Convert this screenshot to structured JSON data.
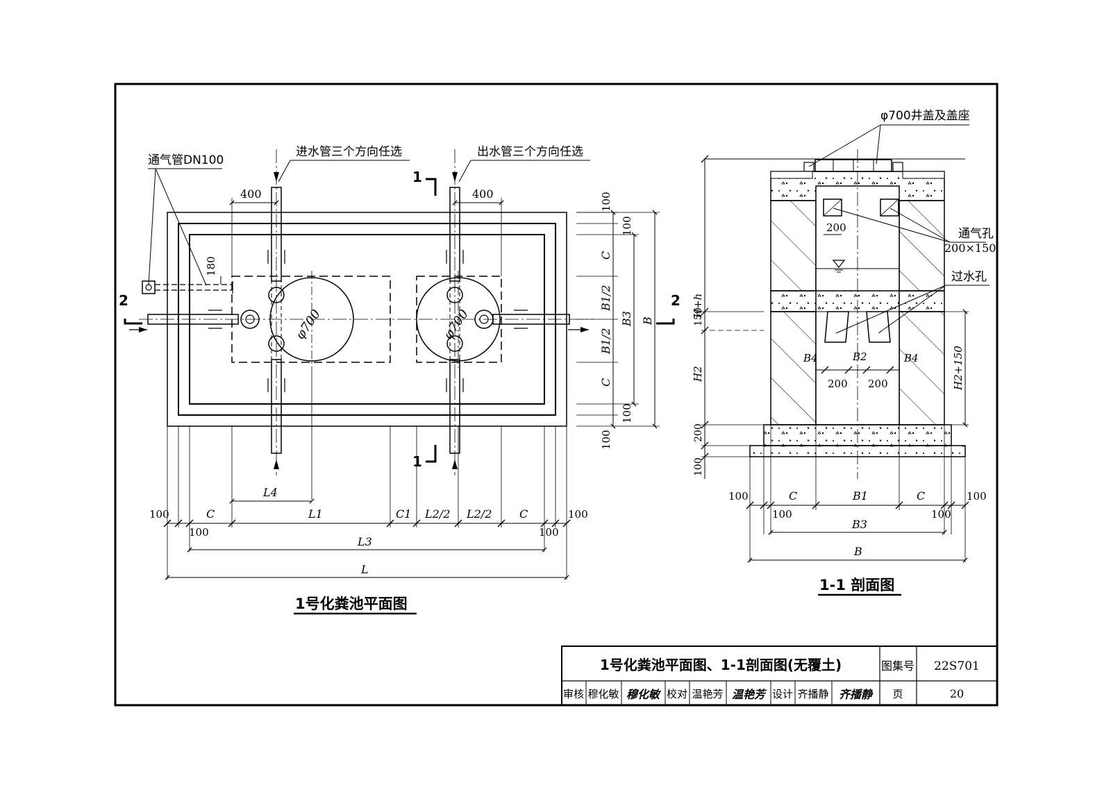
{
  "plan": {
    "title": "1号化粪池平面图",
    "vent_pipe_label": "通气管DN100",
    "inlet_label": "进水管三个方向任选",
    "outlet_label": "出水管三个方向任选",
    "section_mark": "1",
    "section_mark_2": "2",
    "manhole_dia": "φ700",
    "dim_400": "400",
    "dim_180": "180",
    "dim_100": "100",
    "dim_C": "C",
    "dim_C1": "C1",
    "dim_L1": "L1",
    "dim_L2_half": "L2/2",
    "dim_L3": "L3",
    "dim_L4": "L4",
    "dim_L": "L",
    "dim_B1_half": "B1/2",
    "dim_B3": "B3",
    "dim_B": "B"
  },
  "section": {
    "title": "1-1 剖面图",
    "cover_label": "φ700井盖及盖座",
    "vent_hole_label": "通气孔",
    "vent_hole_size": "200×150",
    "overflow_hole_label": "过水孔",
    "dim_200": "200",
    "dim_150": "150",
    "dim_100": "100",
    "dim_H_h": "H+h",
    "dim_H2": "H2",
    "dim_H2_150": "H2+150",
    "dim_B4": "B4",
    "dim_B2": "B2",
    "dim_C": "C",
    "dim_B1": "B1",
    "dim_B3": "B3",
    "dim_B": "B"
  },
  "title_block": {
    "title": "1号化粪池平面图、1-1剖面图(无覆土)",
    "atlas_label": "图集号",
    "atlas_no": "22S701",
    "review_label": "审核",
    "reviewer": "穆化敏",
    "reviewer_sign": "穆化敏",
    "check_label": "校对",
    "checker": "温艳芳",
    "checker_sign": "温艳芳",
    "design_label": "设计",
    "designer": "齐播静",
    "designer_sign": "齐播静",
    "page_label": "页",
    "page_no": "20"
  }
}
